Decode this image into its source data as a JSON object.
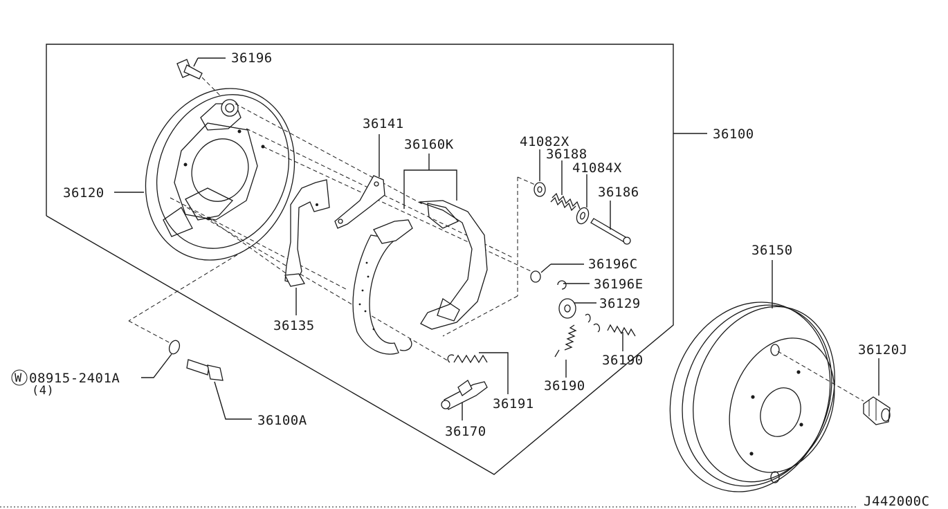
{
  "diagram_code": "J442000C",
  "parts": {
    "p36196": "36196",
    "p36141": "36141",
    "p36160K": "36160K",
    "p41082X": "41082X",
    "p36188": "36188",
    "p41084X": "41084X",
    "p36186": "36186",
    "p36100": "36100",
    "p36120": "36120",
    "p36196C": "36196C",
    "p36196E": "36196E",
    "p36129": "36129",
    "p36135": "36135",
    "p36150": "36150",
    "p36190a": "36190",
    "p36190b": "36190",
    "p36120J": "36120J",
    "p36191": "36191",
    "p36170": "36170",
    "p36100A": "36100A",
    "p08915": "08915-2401A",
    "p08915_qty": "(4)",
    "p08915_prefix": "W"
  }
}
